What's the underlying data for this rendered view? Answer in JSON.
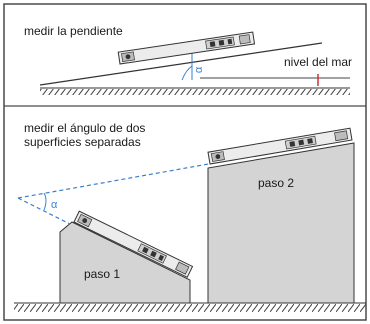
{
  "panel_top": {
    "title": "medir la pendiente",
    "reference_label": "nivel del mar",
    "angle_symbol": "α"
  },
  "panel_bottom": {
    "title_line1": "medir el ángulo de dos",
    "title_line2": "superficies separadas",
    "angle_symbol": "α",
    "step1_label": "paso 1",
    "step2_label": "paso 2"
  },
  "colors": {
    "frame": "#4a4a4a",
    "block_fill": "#d4d4d4",
    "level_body": "#ececec",
    "accent": "#3a7fd0",
    "reference_line": "#d03030"
  }
}
